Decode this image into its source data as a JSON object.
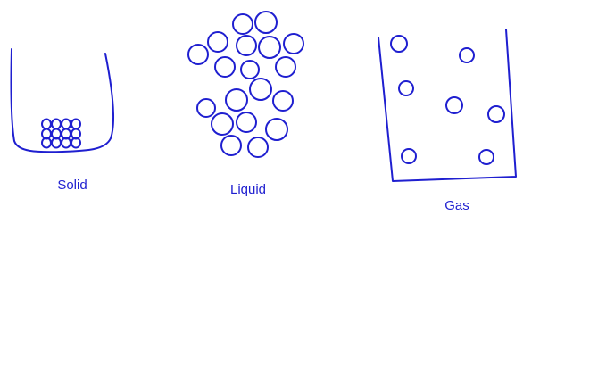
{
  "colors": {
    "ink": "#1f1fd0",
    "background": "#ffffff"
  },
  "panels": [
    {
      "id": "solid",
      "label": "Solid"
    },
    {
      "id": "liquid",
      "label": "Liquid"
    },
    {
      "id": "gas",
      "label": "Gas"
    }
  ]
}
